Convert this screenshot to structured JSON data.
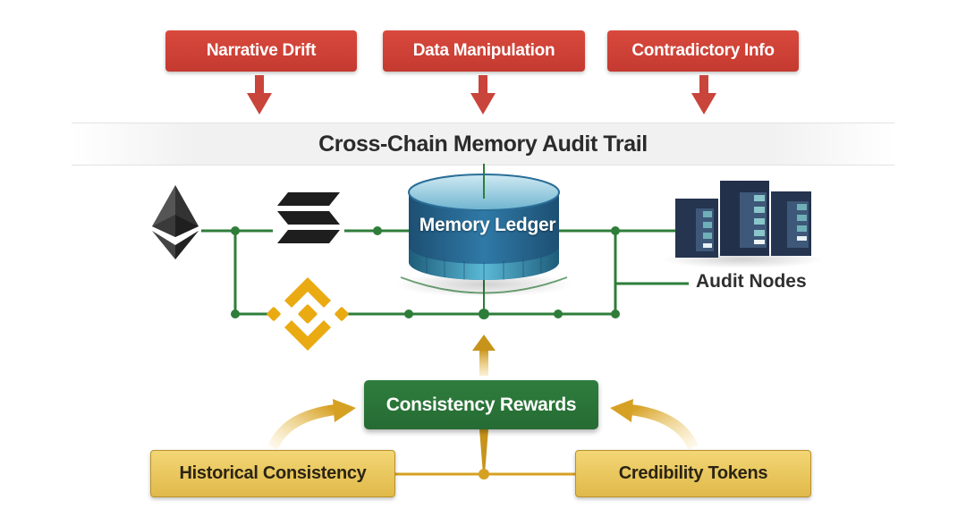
{
  "threats": [
    {
      "label": "Narrative Drift",
      "icon": "down-arrow-icon"
    },
    {
      "label": "Data Manipulation",
      "icon": "down-arrow-icon"
    },
    {
      "label": "Contradictory Info",
      "icon": "down-arrow-icon"
    }
  ],
  "band_title": "Cross-Chain Memory Audit Trail",
  "chains": [
    {
      "name": "ethereum",
      "icon": "ethereum-logo-icon"
    },
    {
      "name": "solana",
      "icon": "solana-logo-icon"
    },
    {
      "name": "binance",
      "icon": "binance-logo-icon"
    }
  ],
  "ledger": {
    "label": "Memory Ledger",
    "icon": "database-cylinder-icon"
  },
  "audit_nodes": {
    "label": "Audit Nodes",
    "icon": "server-rack-icon"
  },
  "rewards": {
    "label": "Consistency Rewards"
  },
  "inputs": [
    {
      "label": "Historical Consistency"
    },
    {
      "label": "Credibility Tokens"
    }
  ],
  "colors": {
    "threat_red": "#c9443a",
    "network_green": "#2e7d3a",
    "reward_green": "#2a7338",
    "gold": "#d9a51c",
    "ledger_blue": "#2a6e98"
  }
}
